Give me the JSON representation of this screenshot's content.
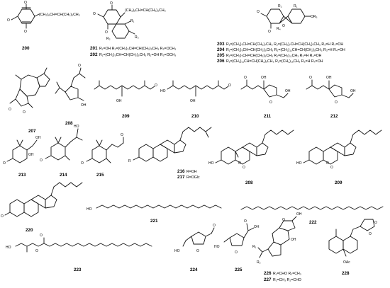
{
  "compounds": [
    {
      "id": "c200",
      "label": "200"
    },
    {
      "id": "c201",
      "label": "201"
    },
    {
      "id": "c202",
      "label": "202"
    },
    {
      "id": "c203",
      "label": "203"
    },
    {
      "id": "c204",
      "label": "204"
    },
    {
      "id": "c205",
      "label": "205"
    },
    {
      "id": "c206",
      "label": "206"
    },
    {
      "id": "c207",
      "label": "207"
    },
    {
      "id": "c208a",
      "label": "208"
    },
    {
      "id": "c209a",
      "label": "209"
    },
    {
      "id": "c210",
      "label": "210"
    },
    {
      "id": "c211",
      "label": "211"
    },
    {
      "id": "c212",
      "label": "212"
    },
    {
      "id": "c213",
      "label": "213"
    },
    {
      "id": "c214",
      "label": "214"
    },
    {
      "id": "c215",
      "label": "215"
    },
    {
      "id": "c216",
      "label": "216"
    },
    {
      "id": "c217",
      "label": "217"
    },
    {
      "id": "c208b",
      "label": "208"
    },
    {
      "id": "c209b",
      "label": "209"
    },
    {
      "id": "c220",
      "label": "220"
    },
    {
      "id": "c221",
      "label": "221"
    },
    {
      "id": "c222",
      "label": "222"
    },
    {
      "id": "c223",
      "label": "223"
    },
    {
      "id": "c224",
      "label": "224"
    },
    {
      "id": "c225",
      "label": "225"
    },
    {
      "id": "c226",
      "label": "226"
    },
    {
      "id": "c227",
      "label": "227"
    },
    {
      "id": "c228",
      "label": "228"
    }
  ],
  "side_chains": {
    "c200": "(CH₂)₈CH=CH(CH₂)₅CH₃",
    "c201_top": "(CH₂)₈CH=CH(CH₂)₅CH₃"
  },
  "substituents": {
    "s201": "R₁=OH  R₂=(CH₂)₅CH=CH(CH₂)₅CH₃  R₃=OCH₃",
    "s202": "R₁=(CH₂)₅CH=CH(CH₂)₅CH₃  R₂=OH  R₃=OCH₃",
    "s203": "R₁=(CH₂)₇CH=CH(CH₂)₇CH₃  R₂=(CH₂)₇CH=CH(CH₂)₇CH₃  R₃=H  R₄=OH",
    "s204": "R₁=(CH₂)₉CH=CH(CH₂)₅CH₃  R₂=(CH₂)₁₁CH=CH(CH₂)₅CH₃  R₃=H  R₄=OH",
    "s205": "R₁=(CH₂)₇CH=CH(CH₂)₅CH₃  R₂=(CH₂)₁₁CH₃  R₃=H  R₄=OH",
    "s206": "R₁=(CH₂)₁₁CH=CH(CH₂)₅CH₃  R₂=(CH₂)₁₆CH₃  R₃=H  R₄=OH",
    "s216": "R=OH",
    "s217": "R=OGlc",
    "s226": "R₁=CHO  R₂=CH₃",
    "s227": "R₁=CH₃  R₂=CHO"
  },
  "atoms": {
    "O": "O",
    "HO": "HO",
    "OH": "OH",
    "OAc": "OAc",
    "R": "R",
    "R1": "R₁",
    "R2": "R₂",
    "R3": "R₃",
    "R4": "R₄",
    "OR3": "OR₃"
  }
}
